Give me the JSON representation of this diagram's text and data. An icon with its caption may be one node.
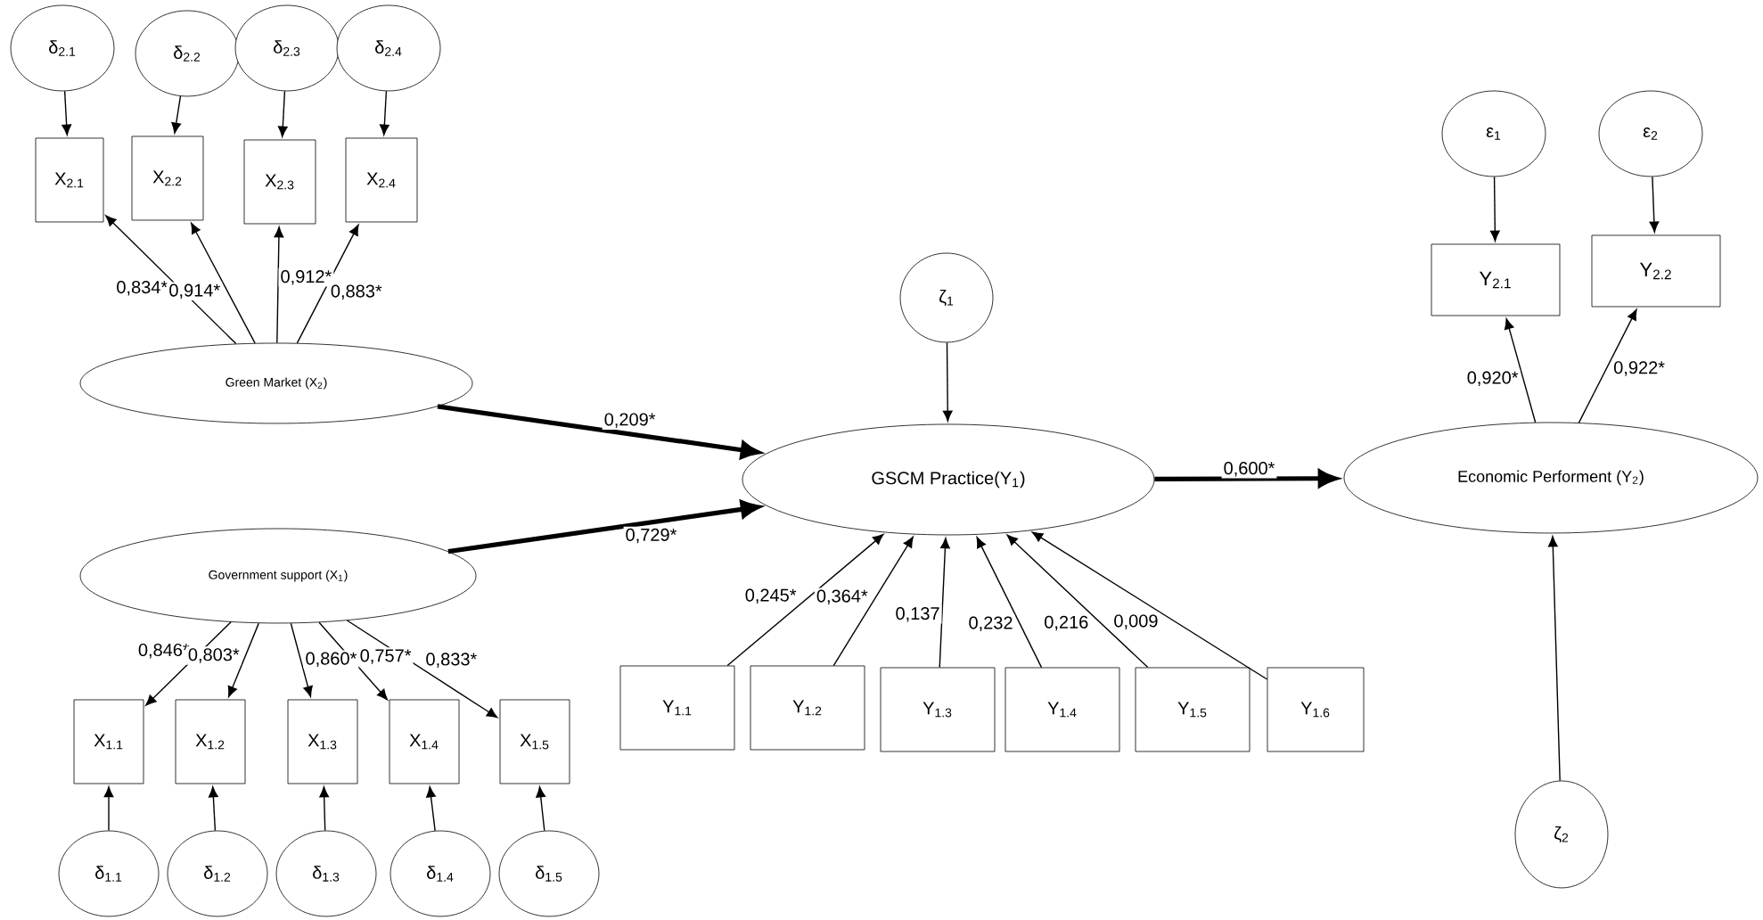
{
  "diagram": {
    "nodes": [
      {
        "text": [
          "δ$_{2.1}$"
        ]
      },
      {
        "text": [
          "δ$_{2.2}$"
        ]
      },
      {
        "text": [
          "δ$_{2.3}$"
        ]
      },
      {
        "text": [
          "δ$_{2.4}$"
        ]
      },
      {
        "text": [
          "ε$_{1}$"
        ]
      },
      {
        "text": [
          "ε$_{2}$"
        ]
      },
      {
        "text": [
          "X$_{2.1}$"
        ]
      },
      {
        "text": [
          "X$_{2.2}$"
        ]
      },
      {
        "text": [
          "X$_{2.3}$"
        ]
      },
      {
        "text": [
          "X$_{2.4}$"
        ]
      },
      {
        "text": [
          "Y$_{2.1}$"
        ]
      },
      {
        "text": [
          "Y$_{2.2}$"
        ]
      },
      {
        "text": [
          "Green Market (X$_{2}$)"
        ]
      },
      {
        "text": [
          "ζ$_{1}$"
        ]
      },
      {
        "text": [
          "GSCM  Practice(Y$_{1}$)"
        ]
      },
      {
        "text": [
          "Economic Performent (Y$_{2}$)"
        ]
      },
      {
        "text": [
          "Government support (X$_{1}$)"
        ]
      },
      {
        "text": [
          "Y$_{1.1}$"
        ]
      },
      {
        "text": [
          "Y$_{1.2}$"
        ]
      },
      {
        "text": [
          "Y$_{1.3}$"
        ]
      },
      {
        "text": [
          "Y$_{1.4}$"
        ]
      },
      {
        "text": [
          "Y$_{1.5}$"
        ]
      },
      {
        "text": [
          "Y$_{1.6}$"
        ]
      },
      {
        "text": [
          "X$_{1.1}$"
        ]
      },
      {
        "text": [
          "X$_{1.2}$"
        ]
      },
      {
        "text": [
          "X$_{1.3}$"
        ]
      },
      {
        "text": [
          "X$_{1.4}$"
        ]
      },
      {
        "text": [
          "X$_{1.5}$"
        ]
      },
      {
        "text": [
          "ζ$_{2}$"
        ]
      },
      {
        "text": [
          "δ$_{1.1}$"
        ]
      },
      {
        "text": [
          "δ$_{1.2}$"
        ]
      },
      {
        "text": [
          "δ$_{1.3}$"
        ]
      },
      {
        "text": [
          "δ$_{1.4}$"
        ]
      },
      {
        "text": [
          "δ$_{1.5}$"
        ]
      }
    ],
    "edges": [
      {
        "from": 0,
        "to": 6,
        "arrow": "to"
      },
      {
        "from": 1,
        "to": 7,
        "arrow": "to"
      },
      {
        "from": 2,
        "to": 8,
        "arrow": "to"
      },
      {
        "from": 3,
        "to": 9,
        "arrow": "to"
      },
      {
        "from": 4,
        "to": 10,
        "arrow": "to"
      },
      {
        "from": 5,
        "to": 11,
        "arrow": "to"
      },
      {
        "from": 12,
        "to": 6,
        "arrow": "to",
        "label": "0,834*"
      },
      {
        "from": 12,
        "to": 7,
        "arrow": "to",
        "label": "0,914*"
      },
      {
        "from": 12,
        "to": 8,
        "arrow": "to",
        "label": "0,912*"
      },
      {
        "from": 12,
        "to": 9,
        "arrow": "to",
        "label": "0,883*"
      },
      {
        "from": 13,
        "to": 14,
        "arrow": "to"
      },
      {
        "from": 12,
        "to": 14,
        "arrow": "to",
        "label": "0,209*",
        "style": "thick"
      },
      {
        "from": 16,
        "to": 14,
        "arrow": "to",
        "label": "0,729*",
        "style": "thick"
      },
      {
        "from": 14,
        "to": 15,
        "arrow": "to",
        "label": "0,600*",
        "style": "thick"
      },
      {
        "from": 15,
        "to": 10,
        "arrow": "to",
        "label": "0,920*"
      },
      {
        "from": 15,
        "to": 11,
        "arrow": "to",
        "label": "0,922*"
      },
      {
        "from": 16,
        "to": 23,
        "arrow": "to",
        "label": "0,846*"
      },
      {
        "from": 16,
        "to": 24,
        "arrow": "to",
        "label": "0,803*"
      },
      {
        "from": 16,
        "to": 25,
        "arrow": "to",
        "label": "0,860*"
      },
      {
        "from": 16,
        "to": 26,
        "arrow": "to",
        "label": "0,757*"
      },
      {
        "from": 16,
        "to": 27,
        "arrow": "to",
        "label": "0,833*"
      },
      {
        "from": 17,
        "to": 14,
        "arrow": "to",
        "label": "0,245*"
      },
      {
        "from": 18,
        "to": 14,
        "arrow": "to",
        "label": "0,364*"
      },
      {
        "from": 19,
        "to": 14,
        "arrow": "to",
        "label": "0,137"
      },
      {
        "from": 20,
        "to": 14,
        "arrow": "to",
        "label": "0,232"
      },
      {
        "from": 21,
        "to": 14,
        "arrow": "to",
        "label": "0,216"
      },
      {
        "from": 22,
        "to": 14,
        "arrow": "to",
        "label": "0,009"
      },
      {
        "from": 28,
        "to": 15,
        "arrow": "to"
      },
      {
        "from": 29,
        "to": 23,
        "arrow": "to"
      },
      {
        "from": 30,
        "to": 24,
        "arrow": "to"
      },
      {
        "from": 31,
        "to": 25,
        "arrow": "to"
      },
      {
        "from": 32,
        "to": 26,
        "arrow": "to"
      },
      {
        "from": 33,
        "to": 27,
        "arrow": "to"
      }
    ]
  }
}
